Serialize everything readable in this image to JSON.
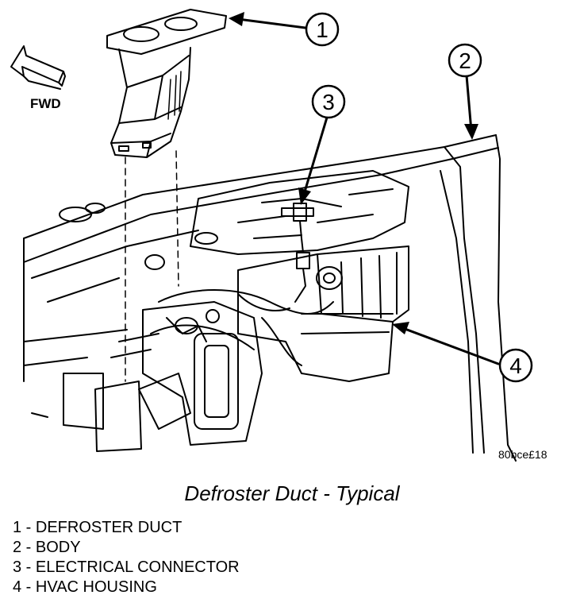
{
  "figure": {
    "direction_label": "FWD",
    "figure_id": "80bce£18",
    "callouts": [
      "1",
      "2",
      "3",
      "4"
    ]
  },
  "caption": "Defroster Duct - Typical",
  "legend": [
    "1 - DEFROSTER DUCT",
    "2 - BODY",
    "3 - ELECTRICAL CONNECTOR",
    "4 - HVAC HOUSING"
  ]
}
